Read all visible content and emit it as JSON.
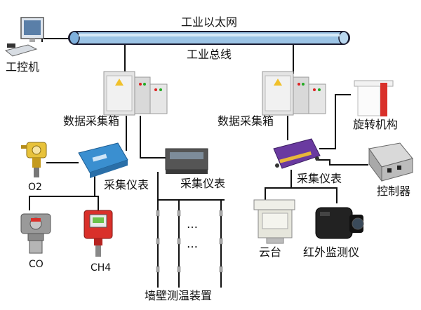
{
  "network": {
    "ethernet_label": "工业以太网",
    "bus_label": "工业总线"
  },
  "nodes": {
    "pc_label": "工控机",
    "box_left_label": "数据采集箱",
    "box_right_label": "数据采集箱",
    "rotator_label": "旋转机构",
    "controller_label": "控制器",
    "acq_left_label": "采集仪表",
    "acq_mid_label": "采集仪表",
    "acq_right_label": "采集仪表",
    "o2_label": "O2",
    "co_label": "CO",
    "ch4_label": "CH4",
    "wall_label": "墙壁测温装置",
    "dots_label": "…",
    "pan_tilt_label": "云台",
    "ir_label": "红外监测仪"
  },
  "colors": {
    "bus_fill": "#9cc4e6",
    "bus_stroke": "#1a1a2e",
    "line": "#111111",
    "cabinet": "#e4e4e4",
    "module_blue": "#3a8fd0",
    "module_purple": "#6a3aa0",
    "sensor_yellow": "#e8c23a",
    "sensor_red": "#d9302a",
    "gray_device": "#8a8a8a"
  }
}
